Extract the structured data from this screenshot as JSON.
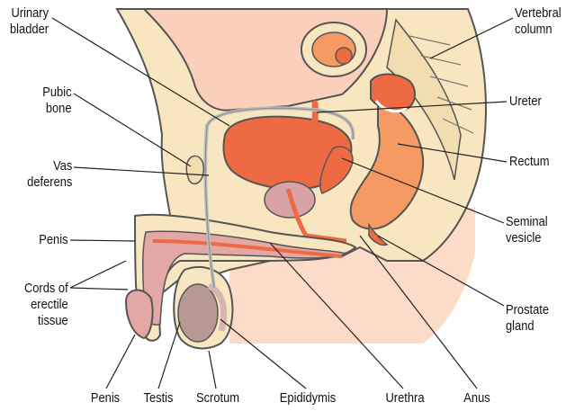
{
  "labels": {
    "urinary_bladder": [
      "Urinary",
      "bladder"
    ],
    "pubic_bone": [
      "Pubic",
      "bone"
    ],
    "vas_deferens": [
      "Vas",
      "deferens"
    ],
    "penis_left": "Penis",
    "cords_of_erectile_tissue": [
      "Cords of",
      "erectile",
      "tissue"
    ],
    "vertebral_column": [
      "Vertebral",
      "column"
    ],
    "ureter": "Ureter",
    "rectum": "Rectum",
    "seminal_vesicle": [
      "Seminal",
      "vesicle"
    ],
    "prostate_gland": [
      "Prostate",
      "gland"
    ],
    "penis_bottom": "Penis",
    "testis": "Testis",
    "scrotum": "Scrotum",
    "epididymis": "Epididymis",
    "urethra": "Urethra",
    "anus": "Anus"
  },
  "colors": {
    "background": "#ffffff",
    "skin": "#fcdcc8",
    "tissue": "#f7e6c0",
    "cavity": "#fbd0bb",
    "organ_red": "#ee6a43",
    "organ_orange": "#f59a62",
    "erectile": "#e3a7a5",
    "testis": "#b89a94",
    "outline": "#555555",
    "leader": "#222222"
  }
}
